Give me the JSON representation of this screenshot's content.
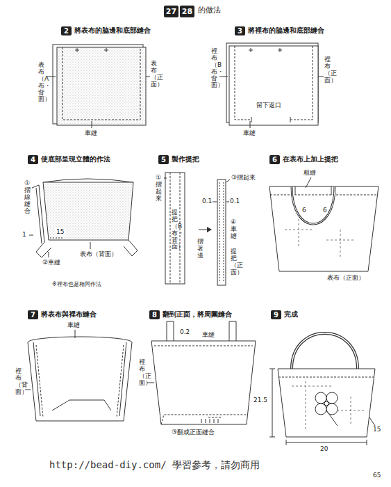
{
  "diagram": {
    "nodes": [
      {
        "text": [
          "27"
        ]
      },
      {
        "text": [
          "28"
        ]
      },
      {
        "text": [
          "2",
          "將表布的脇邊和底部縫合"
        ]
      },
      {
        "text": [
          "3",
          "將裡布的脇邊和底部縫合"
        ]
      },
      {
        "text": [
          "4",
          "使底部呈現立體的作法"
        ]
      },
      {
        "text": [
          "5",
          "製作提把"
        ]
      },
      {
        "text": [
          "6",
          "在表布上加上提把"
        ]
      },
      {
        "text": [
          "7",
          "將表布與裡布縫合"
        ]
      },
      {
        "text": [
          "8",
          "翻到正面，將周圍縫合"
        ]
      },
      {
        "text": [
          "9",
          "完成"
        ]
      }
    ],
    "labels": [
      "的做法",
      "表布（A布・背面）",
      "表布（正面）",
      "車縫",
      "裡布（B布・背面）",
      "裡布（正面）",
      "留下返口",
      "車縫",
      "①摺線縫合",
      "1",
      "15",
      "②車縫",
      "表布（背面）",
      "※裡布也是相同作法",
      "①摺起來",
      "提把（B布・背面）",
      "摺著邊",
      "③摺起來",
      "0.1",
      "0.1",
      "④車縫",
      "提把（正面）",
      "粗縫",
      "6",
      "6",
      "表布（正面）",
      "車縫",
      "裡布（背面）",
      "0.2",
      "車縫",
      "裡布（正面）",
      "③翻成正面縫合",
      "21.5",
      "20",
      "15",
      "http://bead-diy.com/ 學習參考，請勿商用",
      "65"
    ]
  }
}
